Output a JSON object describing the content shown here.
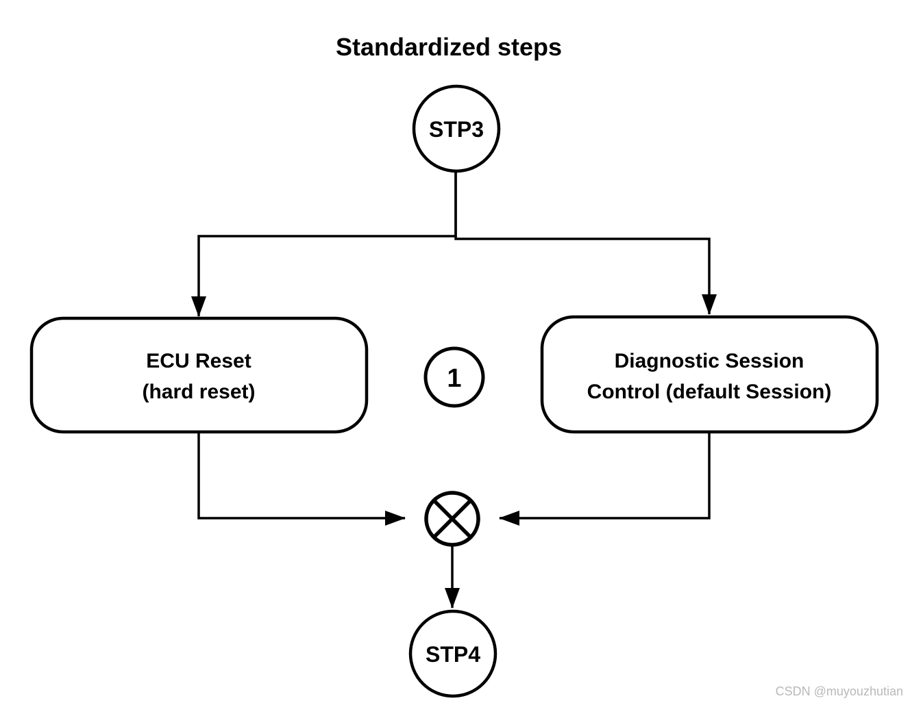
{
  "diagram": {
    "title": "Standardized steps",
    "nodes": {
      "stp3": {
        "label": "STP3",
        "type": "start-circle"
      },
      "ecu_reset": {
        "line1": "ECU Reset",
        "line2": "(hard reset)",
        "type": "rounded-task-box"
      },
      "annotation_1": {
        "label": "1",
        "type": "numbered-circle"
      },
      "diagnostic_session": {
        "line1": "Diagnostic Session",
        "line2": "Control (default Session)",
        "type": "rounded-task-box"
      },
      "xor_gateway": {
        "icon": "xor-junction-icon",
        "type": "crossed-circle-merge"
      },
      "stp4": {
        "label": "STP4",
        "type": "end-circle"
      }
    },
    "colors": {
      "line": "#000000",
      "background": "#ffffff",
      "watermark_text": "#b9b9b9"
    }
  },
  "watermark": "CSDN @muyouzhutian"
}
